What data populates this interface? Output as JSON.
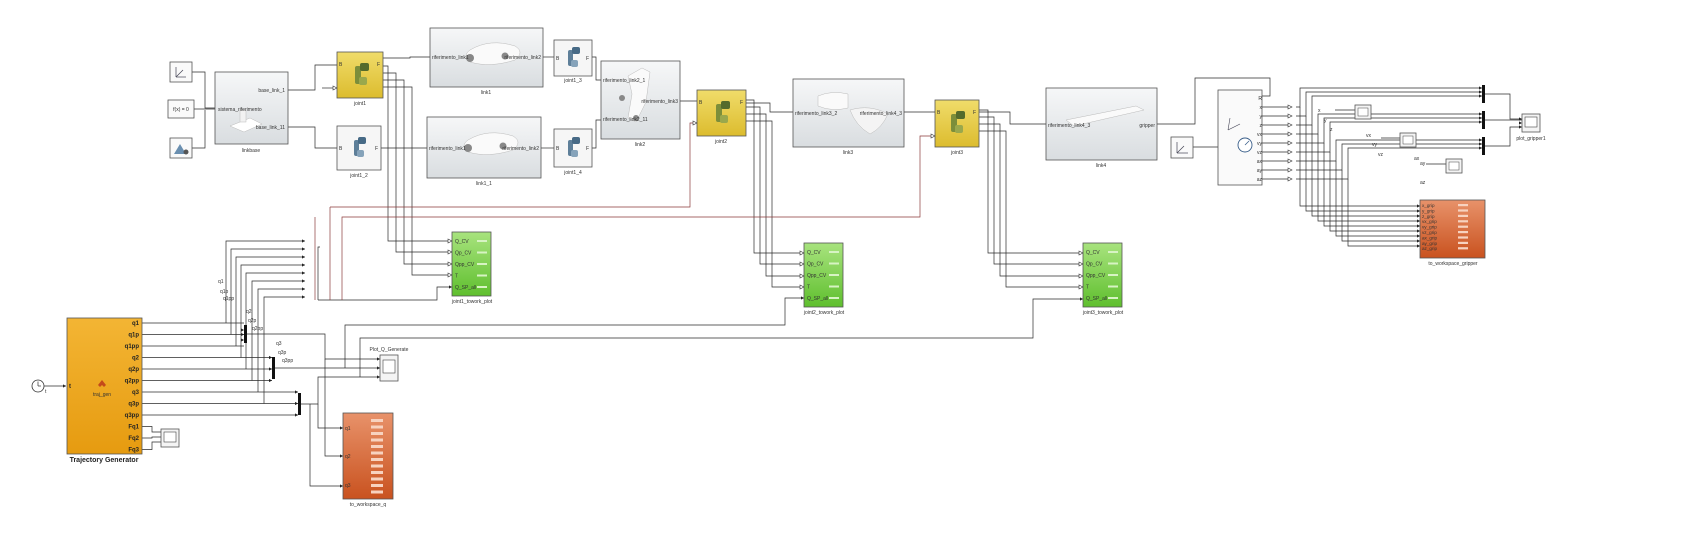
{
  "colors": {
    "traj_fill": "#f0a81c",
    "joint_fill": "#e8cf4a",
    "scope_green": "#7fd34a",
    "workspace_red": "#d9683a",
    "link_fill": "#eef0f2",
    "wire": "#2b2b2b",
    "wire_conn": "#8b3a3a"
  },
  "icons": {
    "joint": "revolute-joint-icon",
    "clock": "clock-icon",
    "scope": "scope-icon",
    "mux": "mux-bar-icon",
    "frame": "world-frame-icon",
    "gear": "mechanism-config-icon",
    "sensor": "transform-sensor-icon"
  },
  "traj": {
    "title": "Trajectory Generator",
    "input": "t",
    "fn": "traj_gen",
    "outputs": [
      "q1",
      "q1p",
      "q1pp",
      "q2",
      "q2p",
      "q2pp",
      "q3",
      "q3p",
      "q3pp",
      "Fq1",
      "Fq2",
      "Fq3"
    ]
  },
  "clock_label": "t",
  "fx_label": "f(x) = 0",
  "linkbase": {
    "name": "linkbase",
    "ports": [
      "base_link_1",
      "sistema_riferimento",
      "base_link_11"
    ]
  },
  "joints": {
    "joint1": "joint1",
    "joint1_2": "joint1_2",
    "joint1_3": "joint1_3",
    "joint1_4": "joint1_4",
    "joint2": "joint2",
    "joint3": "joint3",
    "port_b": "B",
    "port_f": "F"
  },
  "links": {
    "link1": {
      "name": "link1",
      "left": "riferimento_link1",
      "right": "riferimento_link2"
    },
    "link1_1": {
      "name": "link1_1",
      "left": "riferimento_link1",
      "right": "riferimento_link2"
    },
    "link2": {
      "name": "link2",
      "ports": [
        "riferimento_link2_1",
        "riferimento_link3",
        "riferimento_link2_11"
      ]
    },
    "link3": {
      "name": "link3",
      "left": "riferimento_link3_2",
      "right": "riferimento_link4_3"
    },
    "link4": {
      "name": "link4",
      "left": "riferimento_link4_3",
      "right": "gripper"
    }
  },
  "plots": {
    "ports": [
      "Q_CV",
      "Qp_CV",
      "Qpp_CV",
      "T",
      "Q_SP_all"
    ],
    "joint1": "joint1_towork_plot",
    "joint2": "joint2_towork_plot",
    "joint3": "joint3_towork_plot"
  },
  "plot_q_generate": "Plot_Q_Generate",
  "to_workspace_q": {
    "name": "to_workspace_q",
    "ports": [
      "q1",
      "q2",
      "q3"
    ]
  },
  "to_workspace_gripper": {
    "name": "to_workspace_gripper",
    "ports": [
      "x_grip",
      "y_grip",
      "z_grip",
      "vx_grip",
      "vy_grip",
      "vz_grip",
      "ax_grip",
      "ay_grip",
      "az_grip"
    ]
  },
  "plot_gripper": "plot_gripper1",
  "sensor_ports": [
    "R",
    "x",
    "y",
    "z",
    "vx",
    "vy",
    "vz",
    "ax",
    "ay",
    "az"
  ],
  "mux_labels": {
    "traj": [
      "q1",
      "q1p",
      "q1pp",
      "q2",
      "q2p",
      "q2pp",
      "q3",
      "q3p",
      "q3pp"
    ],
    "gripper": [
      "x",
      "y",
      "z",
      "vx",
      "vy",
      "vz",
      "ax",
      "ay",
      "az"
    ]
  }
}
